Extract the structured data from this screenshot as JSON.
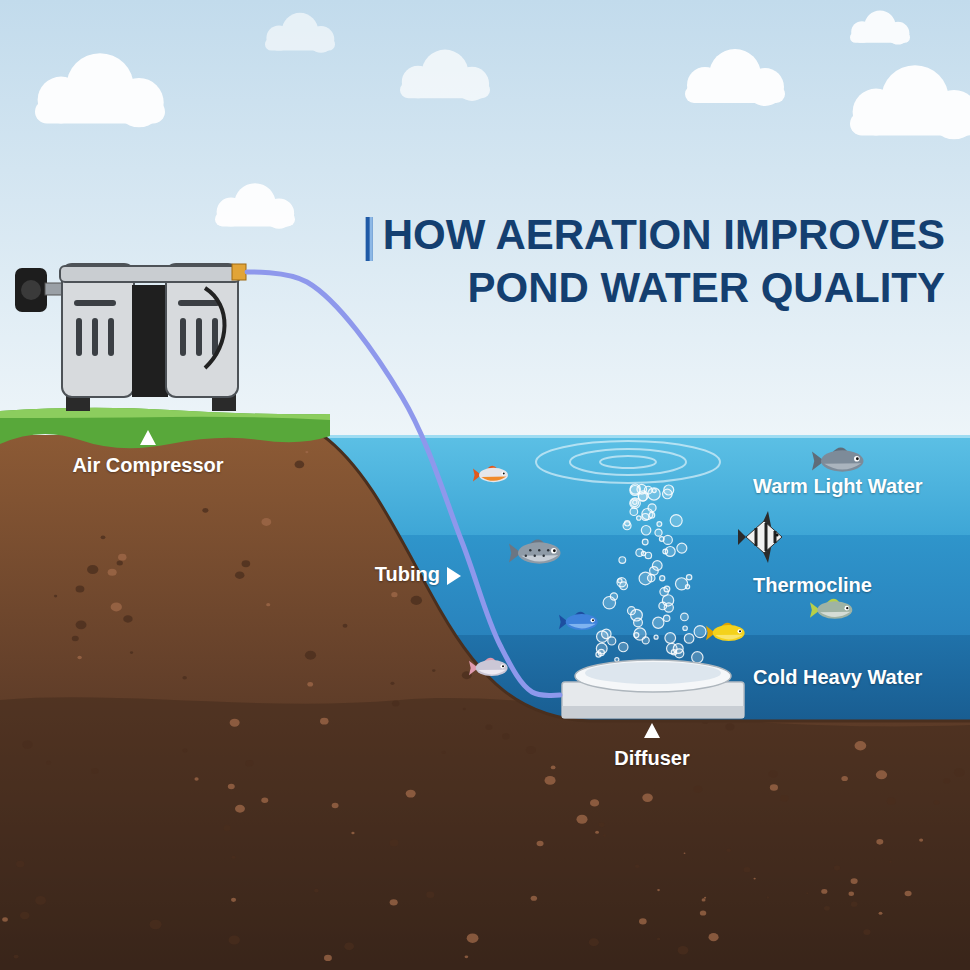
{
  "diagram": {
    "title": "HOW AERATION IMPROVES POND WATER QUALITY",
    "nodes": [
      {
        "text": [
          "Air Compressor"
        ]
      },
      {
        "text": [
          "Warm Light Water"
        ]
      },
      {
        "text": [
          "Thermocline"
        ]
      },
      {
        "text": [
          "Cold Heavy Water"
        ]
      },
      {
        "text": [
          "Diffuser"
        ]
      }
    ],
    "edges": [
      {
        "from": 0,
        "to": 4,
        "arrow": "none"
      }
    ],
    "labels": [
      "Tubing"
    ]
  }
}
